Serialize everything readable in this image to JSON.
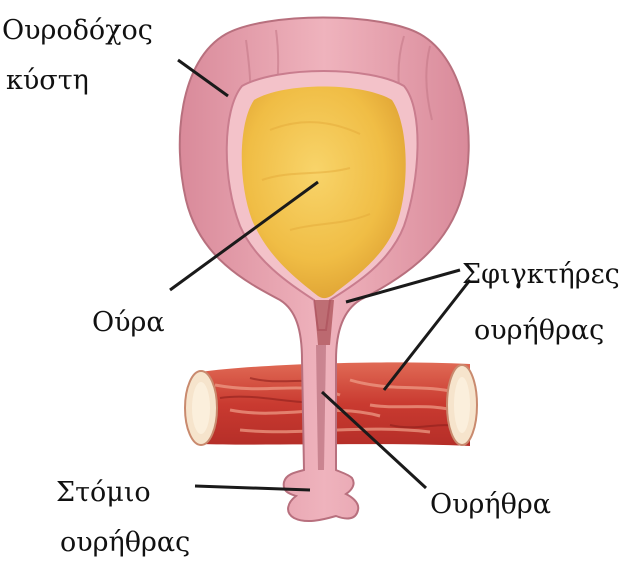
{
  "labels": {
    "bladder": {
      "line1": "Ουροδόχος",
      "line2": "κύστη"
    },
    "urine": "Ούρα",
    "sphincters": {
      "line1": "Σφιγκτήρες",
      "line2": "ουρήθρας"
    },
    "urethra": "Ουρήθρα",
    "orifice": {
      "line1": "Στόμιο",
      "line2": "ουρήθρας"
    }
  },
  "colors": {
    "bladder_wall": "#e8a4b0",
    "bladder_wall_dark": "#c97d8e",
    "urine": "#f2c24e",
    "muscle": "#d2463a",
    "muscle_highlight": "#f0a08a",
    "muscle_end": "#f6e4cc",
    "leader_line": "#1a1a1a"
  }
}
